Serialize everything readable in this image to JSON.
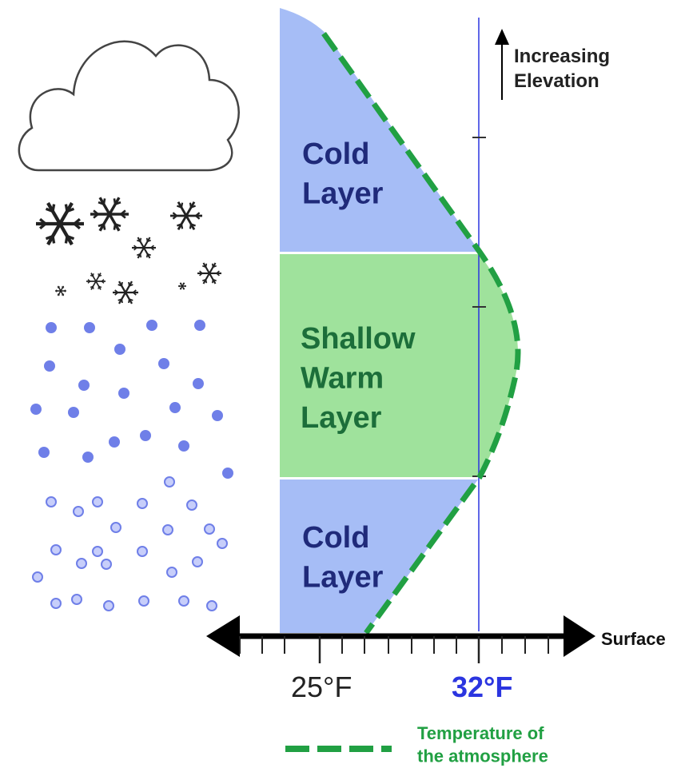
{
  "layers": {
    "upper": "Cold\nLayer",
    "middle": "Shallow\nWarm\nLayer",
    "lower": "Cold\nLayer"
  },
  "elevation_label": "Increasing\nElevation",
  "axis": {
    "surface_label": "Surface",
    "tick_25": "25°F",
    "tick_32": "32°F"
  },
  "legend": {
    "label": "Temperature of\nthe atmosphere"
  },
  "colors": {
    "cold_layer": "#a6bdf6",
    "warm_layer": "#9fe29c",
    "cold_text": "#1f2a7a",
    "warm_text": "#1c6e3a",
    "temperature_line": "#21a043",
    "freezing_line": "#2b35e0",
    "snowflake_dark": "#222222",
    "sleet_blue": "#6f7fe8"
  },
  "icons": [
    "cloud-icon",
    "snowflake-icon",
    "sleet-pellet-icon",
    "arrow-up-icon",
    "double-arrow-icon"
  ]
}
